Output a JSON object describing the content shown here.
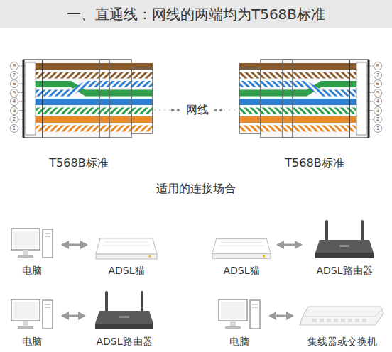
{
  "diagram": {
    "title": "一、直通线：网线的两端均为T568B标准",
    "nodes": [
      {
        "text": [
          "T568B标准"
        ]
      },
      {
        "text": [
          "T568B标准"
        ]
      },
      {
        "text": [
          "电脑"
        ]
      },
      {
        "text": [
          "ADSL猫"
        ]
      },
      {
        "text": [
          "ADSL猫"
        ]
      },
      {
        "text": [
          "ADSL路由器"
        ]
      },
      {
        "text": [
          "电脑"
        ]
      },
      {
        "text": [
          "ADSL路由器"
        ]
      },
      {
        "text": [
          "电脑"
        ]
      },
      {
        "text": [
          "集线器或交换机"
        ]
      }
    ],
    "edges": [
      {
        "from": 0,
        "to": 1,
        "arrow": "none",
        "label": "网线"
      },
      {
        "from": 2,
        "to": 3,
        "arrow": "both"
      },
      {
        "from": 4,
        "to": 5,
        "arrow": "both"
      },
      {
        "from": 6,
        "to": 7,
        "arrow": "both"
      },
      {
        "from": 8,
        "to": 9,
        "arrow": "both"
      }
    ],
    "labels": [
      "8",
      "7",
      "6",
      "5",
      "4",
      "3",
      "2",
      "1",
      "8",
      "7",
      "6",
      "5",
      "4",
      "3",
      "2",
      "1",
      "适用的连接场合"
    ]
  }
}
